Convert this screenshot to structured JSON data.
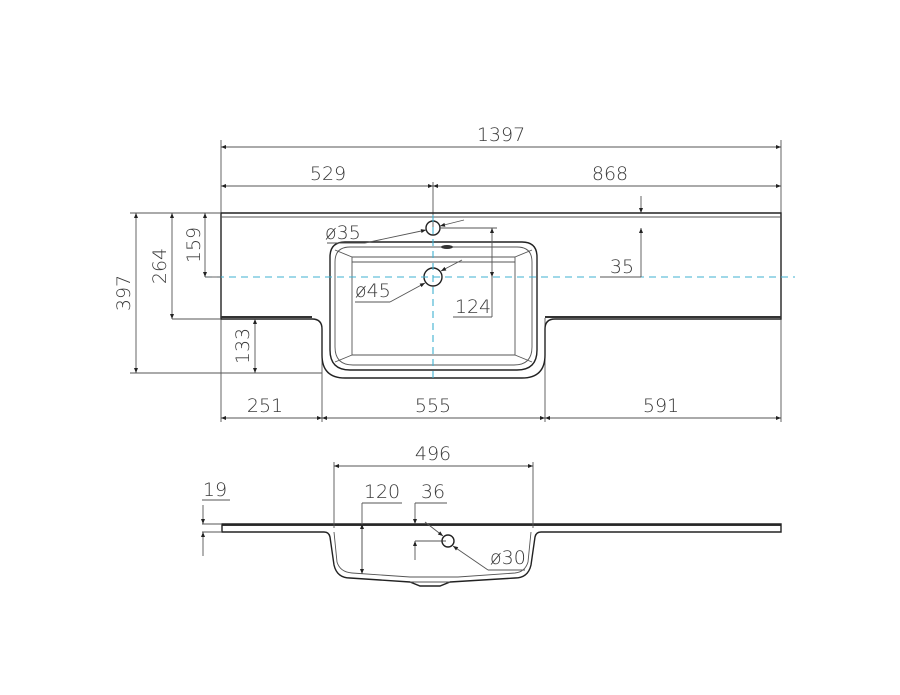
{
  "drawing": {
    "title": "Countertop washbasin technical drawing",
    "top_view": {
      "overall_width": "1397",
      "left_to_tap_hole": "529",
      "tap_hole_to_right": "868",
      "overall_depth": "397",
      "front_slab_depth": "264",
      "back_to_drain_axis": "159",
      "basin_projection": "133",
      "left_slab_width": "251",
      "basin_width": "555",
      "right_slab_width": "591",
      "tap_hole_diameter": "ø35",
      "drain_diameter": "ø45",
      "tap_hole_to_drain": "124",
      "back_to_tap_hole": "35"
    },
    "side_view": {
      "bowl_width": "496",
      "slab_thickness": "19",
      "bowl_depth": "120",
      "overflow_depth": "36",
      "overflow_diameter": "ø30"
    },
    "colors": {
      "centerline": "#3fb0d0",
      "outline": "#222222",
      "dimension": "#555555"
    }
  }
}
